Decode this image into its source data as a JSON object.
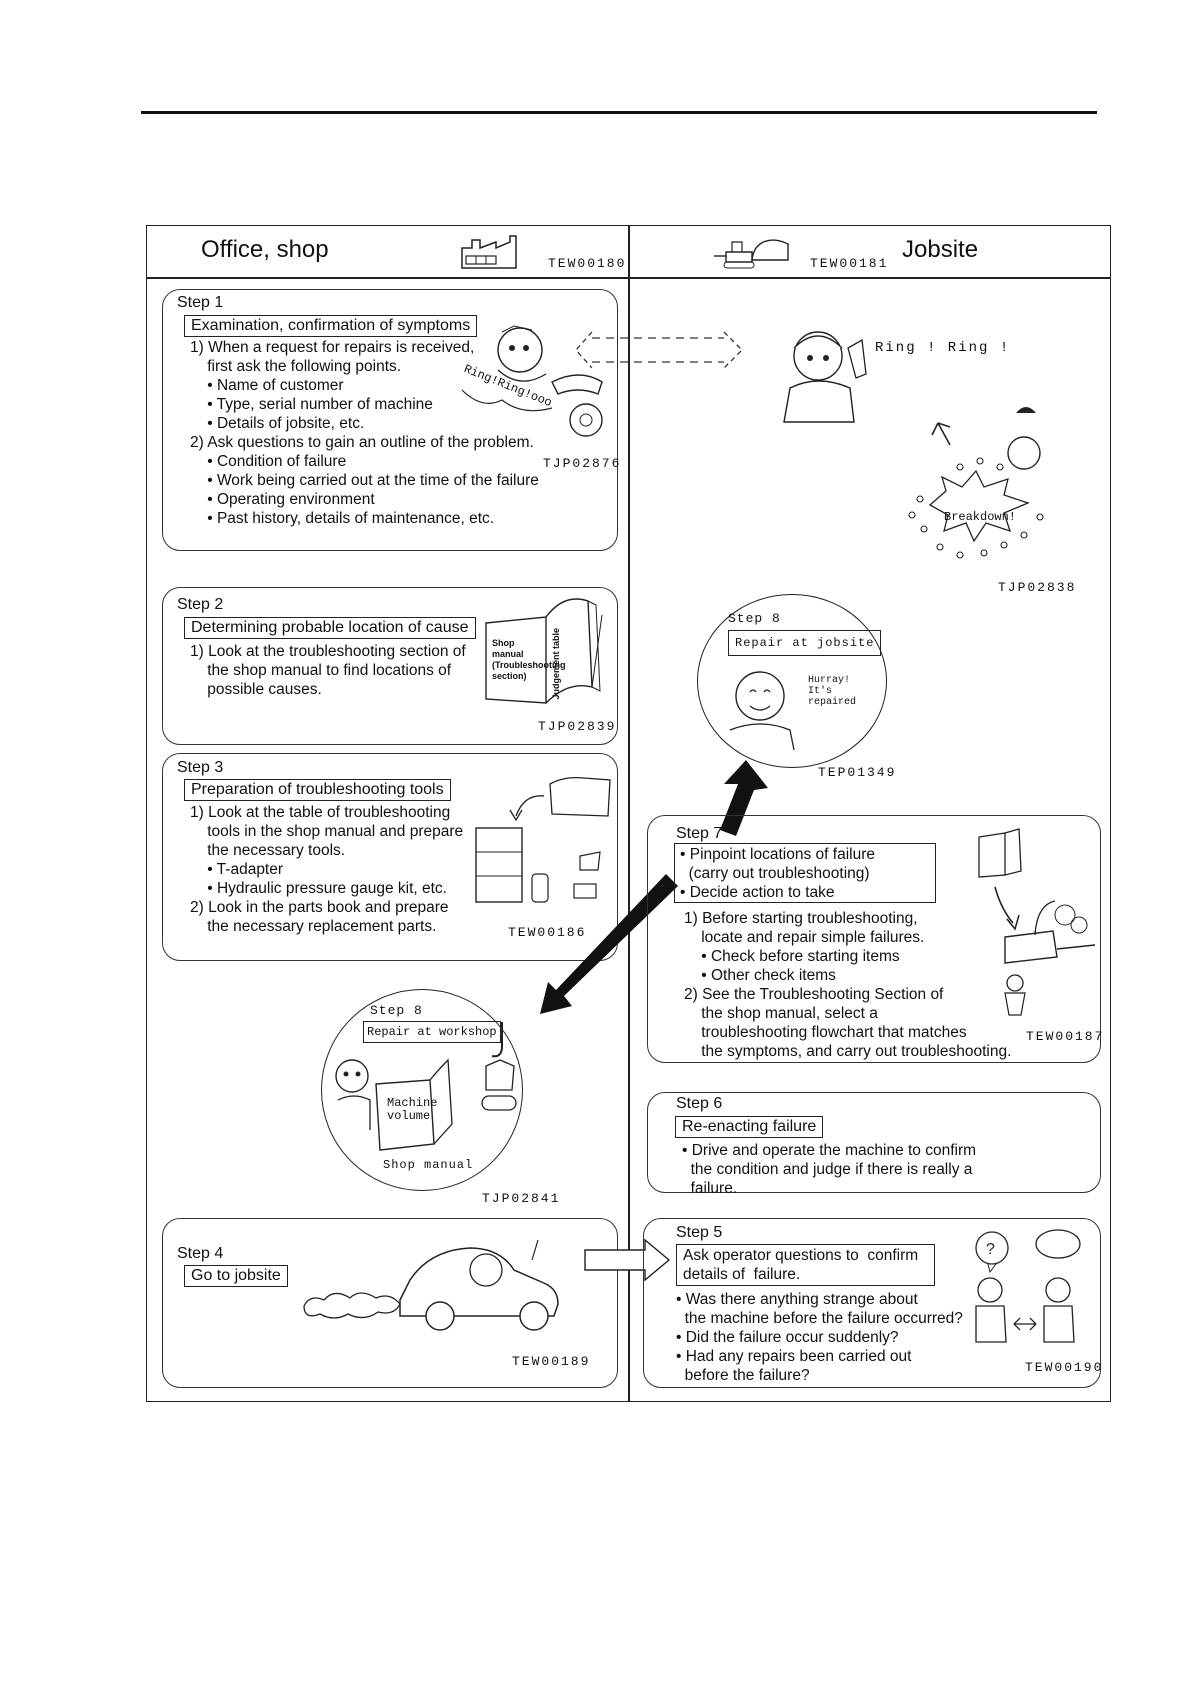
{
  "header": {
    "office_title": "Office, shop",
    "office_code": "TEW00180",
    "jobsite_title": "Jobsite",
    "jobsite_code": "TEW00181"
  },
  "step1": {
    "label": "Step 1",
    "title": "Examination, confirmation of symptoms",
    "lines": [
      "1) When a request for repairs is received,",
      "    first ask the following points.",
      "    • Name of customer",
      "    • Type, serial number of machine",
      "    • Details of jobsite, etc.",
      "2) Ask questions to gain an outline of the problem.",
      "    • Condition of failure",
      "    • Work being carried out at the time of the failure",
      "    • Operating environment",
      "    • Past history, details of maintenance, etc."
    ],
    "code": "TJP02876",
    "phone_text": "Ring!Ring!ooo"
  },
  "jobsite_call": {
    "ring_text": "Ring ! Ring !",
    "breakdown_text": "Breakdown!",
    "code": "TJP02838"
  },
  "step2": {
    "label": "Step 2",
    "title": "Determining probable location of cause",
    "lines": [
      "1) Look at the troubleshooting section of",
      "    the shop manual to find locations of",
      "    possible causes."
    ],
    "book_left": "Shop manual (Troubleshooting section)",
    "book_right": "Judgement table",
    "code": "TJP02839"
  },
  "step3": {
    "label": "Step 3",
    "title": "Preparation of troubleshooting tools",
    "lines": [
      "1) Look at the table of troubleshooting",
      "    tools in the shop manual and prepare",
      "    the necessary tools.",
      "    • T-adapter",
      "    • Hydraulic pressure gauge kit, etc.",
      "2) Look in the parts book and prepare",
      "    the necessary replacement parts."
    ],
    "code": "TEW00186"
  },
  "step8_workshop": {
    "label": "Step 8",
    "title": "Repair at workshop",
    "book_text": "Machine volume",
    "caption": "Shop manual",
    "code": "TJP02841"
  },
  "step8_jobsite": {
    "label": "Step 8",
    "title": "Repair at jobsite",
    "speech": "Hurray! It's repaired",
    "code": "TEP01349"
  },
  "step7": {
    "label": "Step 7",
    "title_lines": [
      "• Pinpoint locations of failure",
      "  (carry out troubleshooting)",
      "• Decide action to take"
    ],
    "lines": [
      "1) Before starting troubleshooting,",
      "    locate and repair simple failures.",
      "    • Check before starting items",
      "    • Other check items",
      "2) See the Troubleshooting Section of",
      "    the shop manual, select a",
      "    troubleshooting flowchart that matches",
      "    the symptoms, and carry out troubleshooting."
    ],
    "code": "TEW00187"
  },
  "step6": {
    "label": "Step 6",
    "title": "Re-enacting failure",
    "lines": [
      "• Drive and operate the machine to confirm",
      "  the condition and judge if there is really a",
      "  failure."
    ]
  },
  "step4": {
    "label": "Step 4",
    "title": "Go to jobsite",
    "code": "TEW00189"
  },
  "step5": {
    "label": "Step 5",
    "title_lines": [
      "Ask operator questions to  confirm",
      "details of  failure."
    ],
    "lines": [
      "• Was there anything strange about",
      "  the machine before the failure occurred?",
      "• Did the failure occur suddenly?",
      "• Had any repairs been carried out",
      "  before the failure?"
    ],
    "code": "TEW00190"
  }
}
